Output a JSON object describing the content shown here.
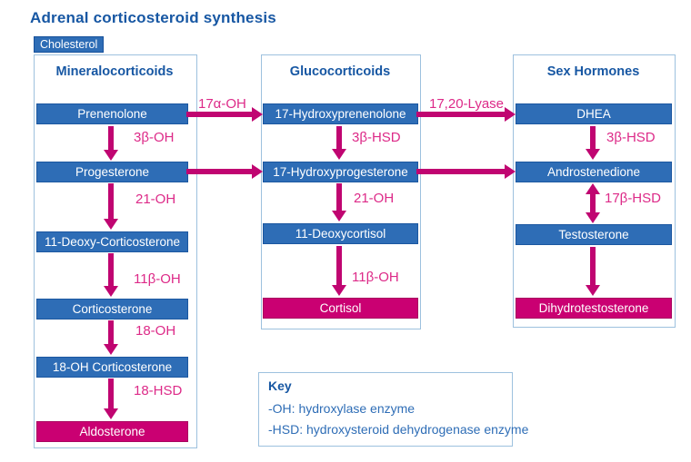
{
  "title": "Adrenal corticosteroid synthesis",
  "cholesterol_label": "Cholesterol",
  "colors": {
    "box_blue": "#2e6db6",
    "box_magenta": "#ca0072",
    "arrow_magenta": "#c00571",
    "enzyme_label_pink": "#dd2a88",
    "heading_blue": "#1757a3",
    "container_border": "#9dc1de"
  },
  "columns": [
    {
      "heading": "Mineralocorticoids",
      "boxes": [
        "Prenenolone",
        "Progesterone",
        "11-Deoxy-Corticosterone",
        "Corticosterone",
        "18-OH Corticosterone",
        "Aldosterone"
      ],
      "enzymes": [
        "3β-OH",
        "21-OH",
        "11β-OH",
        "18-OH",
        "18-HSD"
      ]
    },
    {
      "heading": "Glucocorticoids",
      "boxes": [
        "17-Hydroxyprenenolone",
        "17-Hydroxyprogesterone",
        "11-Deoxycortisol",
        "Cortisol"
      ],
      "enzymes": [
        "3β-HSD",
        "21-OH",
        "11β-OH"
      ]
    },
    {
      "heading": "Sex Hormones",
      "boxes": [
        "DHEA",
        "Androstenedione",
        "Testosterone",
        "Dihydrotestosterone"
      ],
      "enzymes": [
        "3β-HSD",
        "17β-HSD"
      ]
    }
  ],
  "cross_arrows": [
    {
      "label": "17α-OH"
    },
    {
      "label": "17,20-Lyase"
    }
  ],
  "key": {
    "title": "Key",
    "lines": [
      "-OH: hydroxylase enzyme",
      "-HSD: hydroxysteroid dehydrogenase enzyme"
    ]
  }
}
